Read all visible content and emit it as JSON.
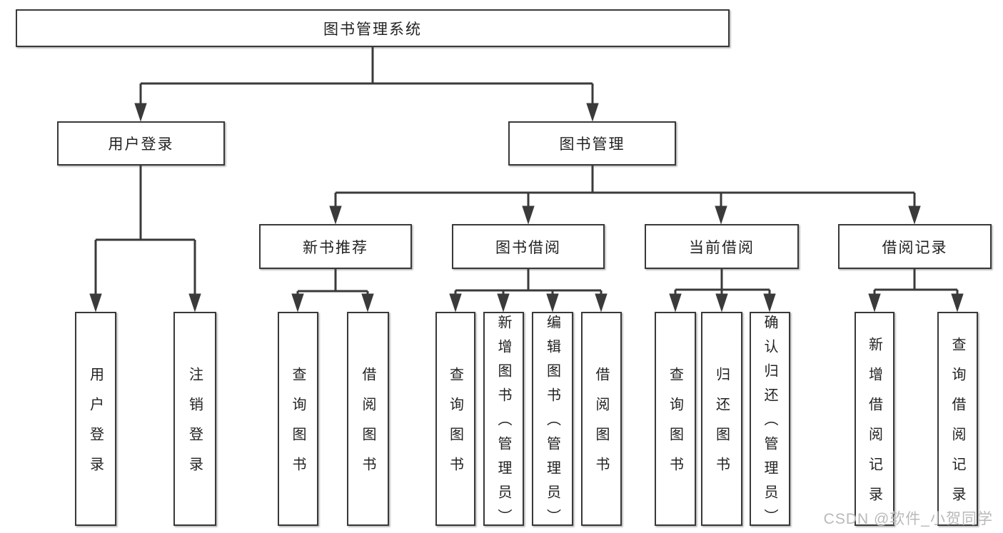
{
  "diagram_type": "tree",
  "tree": {
    "root": {
      "label": "图书管理系统"
    },
    "branches": [
      {
        "label": "用户登录",
        "children": [
          {
            "label": "用户登录"
          },
          {
            "label": "注销登录"
          }
        ]
      },
      {
        "label": "图书管理",
        "children": [
          {
            "label": "新书推荐",
            "children": [
              {
                "label": "查询图书"
              },
              {
                "label": "借阅图书"
              }
            ]
          },
          {
            "label": "图书借阅",
            "children": [
              {
                "label": "查询图书"
              },
              {
                "label": "新增图书（管理员）"
              },
              {
                "label": "编辑图书（管理员）"
              },
              {
                "label": "借阅图书"
              }
            ]
          },
          {
            "label": "当前借阅",
            "children": [
              {
                "label": "查询图书"
              },
              {
                "label": "归还图书"
              },
              {
                "label": "确认归还（管理员）"
              }
            ]
          },
          {
            "label": "借阅记录",
            "children": [
              {
                "label": "新增借阅记录"
              },
              {
                "label": "查询借阅记录"
              }
            ]
          }
        ]
      }
    ]
  },
  "watermark": {
    "text": "CSDN @软件_小贺同学"
  },
  "colors": {
    "line": "#3a3a3a",
    "box_border": "#393939",
    "text": "#222222",
    "watermark": "#b9b9b9",
    "background": "#ffffff"
  }
}
